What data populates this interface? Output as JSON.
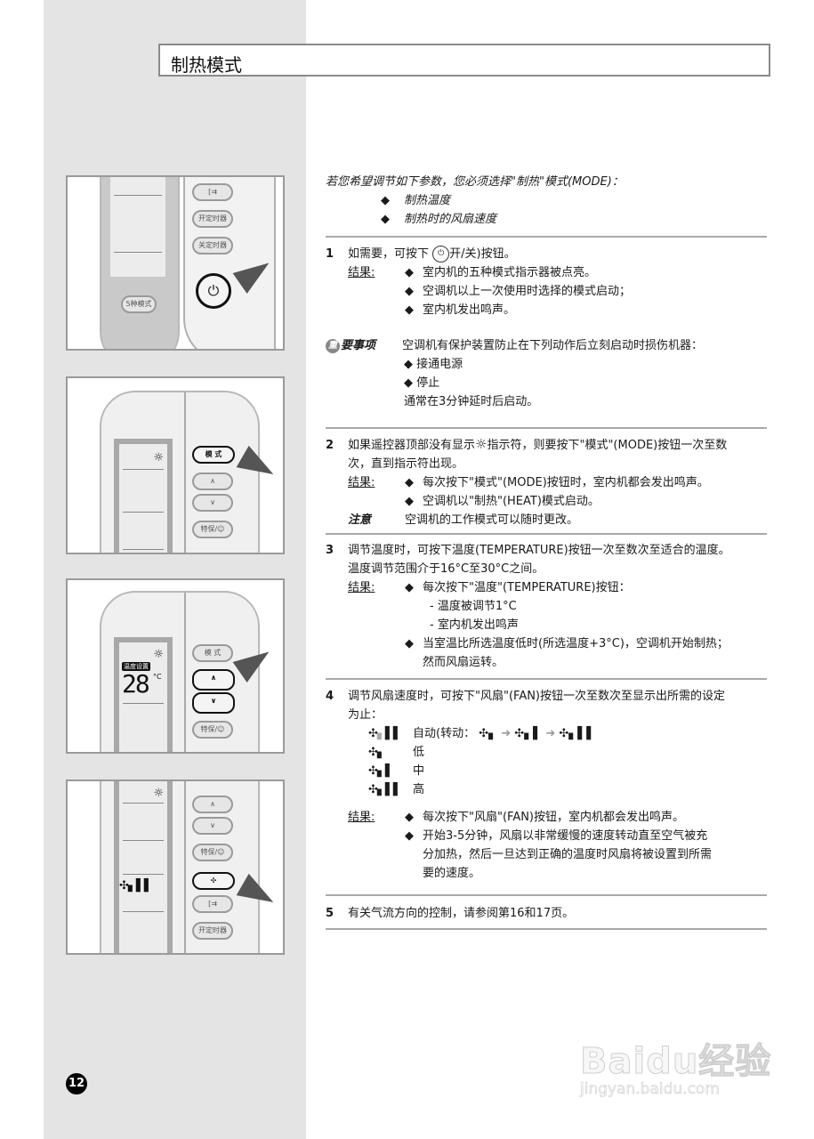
{
  "page": {
    "title": "制热模式",
    "page_number": "12"
  },
  "intro": {
    "line": "若您希望调节如下参数，您必须选择\"制热\"模式(MODE)：",
    "bullets": [
      "制热温度",
      "制热时的风扇速度"
    ],
    "bullet_glyph": "◆"
  },
  "steps": [
    {
      "num": "1",
      "text_before": "如需要，可按下",
      "icon": "power-button-icon",
      "text_after": "开/关)按钮。",
      "result_label": "结果:",
      "results": [
        "室内机的五种模式指示器被点亮。",
        "空调机以上一次使用时选择的模式启动；",
        "室内机发出鸣声。"
      ]
    },
    {
      "num": "2",
      "text_line1_before": "如果遥控器顶部没有显示",
      "text_line1_after": "指示符，则要按下\"模式\"(MODE)按钮一次至数",
      "text_line2": "次，直到指示符出现。",
      "result_label": "结果:",
      "results": [
        "每次按下\"模式\"(MODE)按钮时，室内机都会发出鸣声。",
        "空调机以\"制热\"(HEAT)模式启动。"
      ],
      "note_label": "注意",
      "note": "空调机的工作模式可以随时更改。"
    },
    {
      "num": "3",
      "text_line1": "调节温度时，可按下温度(TEMPERATURE)按钮一次至数次至适合的温度。",
      "text_line2": "温度调节范围介于16°C至30°C之间。",
      "result_label": "结果:",
      "result1": "每次按下\"温度\"(TEMPERATURE)按钮：",
      "result1_subs": [
        "- 温度被调节1°C",
        "- 室内机发出鸣声"
      ],
      "result2_line1": "当室温比所选温度低时(所选温度+3°C)，空调机开始制热；",
      "result2_line2": "然而风扇运转。"
    },
    {
      "num": "4",
      "text_line1": "调节风扇速度时，可按下\"风扇\"(FAN)按钮一次至数次至显示出所需的设定",
      "text_line2": "为止：",
      "fan_levels": [
        {
          "glyph": "✣",
          "bars": "▖▌▌",
          "label": "自动(转动：",
          "auto_sequence": [
            "✣▖",
            "✣▖▌",
            "✣▖▌▌"
          ],
          "arrow": "➜"
        },
        {
          "glyph": "✣",
          "bars": "▖",
          "label": "低"
        },
        {
          "glyph": "✣",
          "bars": "▖▌",
          "label": "中"
        },
        {
          "glyph": "✣",
          "bars": "▖▌▌",
          "label": "高"
        }
      ],
      "result_label": "结果:",
      "result1": "每次按下\"风扇\"(FAN)按钮，室内机都会发出鸣声。",
      "result2_lines": [
        "开始3-5分钟，风扇以非常缓慢的速度转动直至空气被充",
        "分加热，然后一旦达到正确的温度时风扇将被设置到所需",
        "要的速度。"
      ]
    },
    {
      "num": "5",
      "text": "有关气流方向的控制，请参阅第16和17页。"
    }
  ],
  "important": {
    "badge": "重",
    "label": "要事项",
    "line1": "空调机有保护装置防止在下列动作后立刻启动时损伤机器：",
    "bullets": [
      "接通电源",
      "停止"
    ],
    "line_end": "通常在3分钟延时后启动。"
  },
  "remotes": [
    {
      "buttons": [
        "[⇉",
        "开定时器",
        "关定时器"
      ],
      "mode_label": "5种模式",
      "power_label": "⏻"
    },
    {
      "buttons": [
        "模 式",
        "∧",
        "∨",
        "特保/☺"
      ],
      "lcd_icon": "☼"
    },
    {
      "buttons": [
        "模 式",
        "∧",
        "∨",
        "特保/☺"
      ],
      "lcd_icon": "☼",
      "lcd_tag": "温度设置",
      "lcd_temp": "28",
      "lcd_unit": "°C"
    },
    {
      "buttons": [
        "∧",
        "∨",
        "特保/☺",
        "✣",
        "[⇉",
        "开定时器"
      ],
      "lcd_icon": "☼",
      "lcd_fan": "✣▖▌▌"
    }
  ],
  "watermark": {
    "brand": "Baidu经验",
    "url": "jingyan.baidu.com"
  },
  "colors": {
    "side_panel": "#e4e4e4",
    "rule": "#a9a9a9",
    "title_border": "#8a8a8a"
  }
}
